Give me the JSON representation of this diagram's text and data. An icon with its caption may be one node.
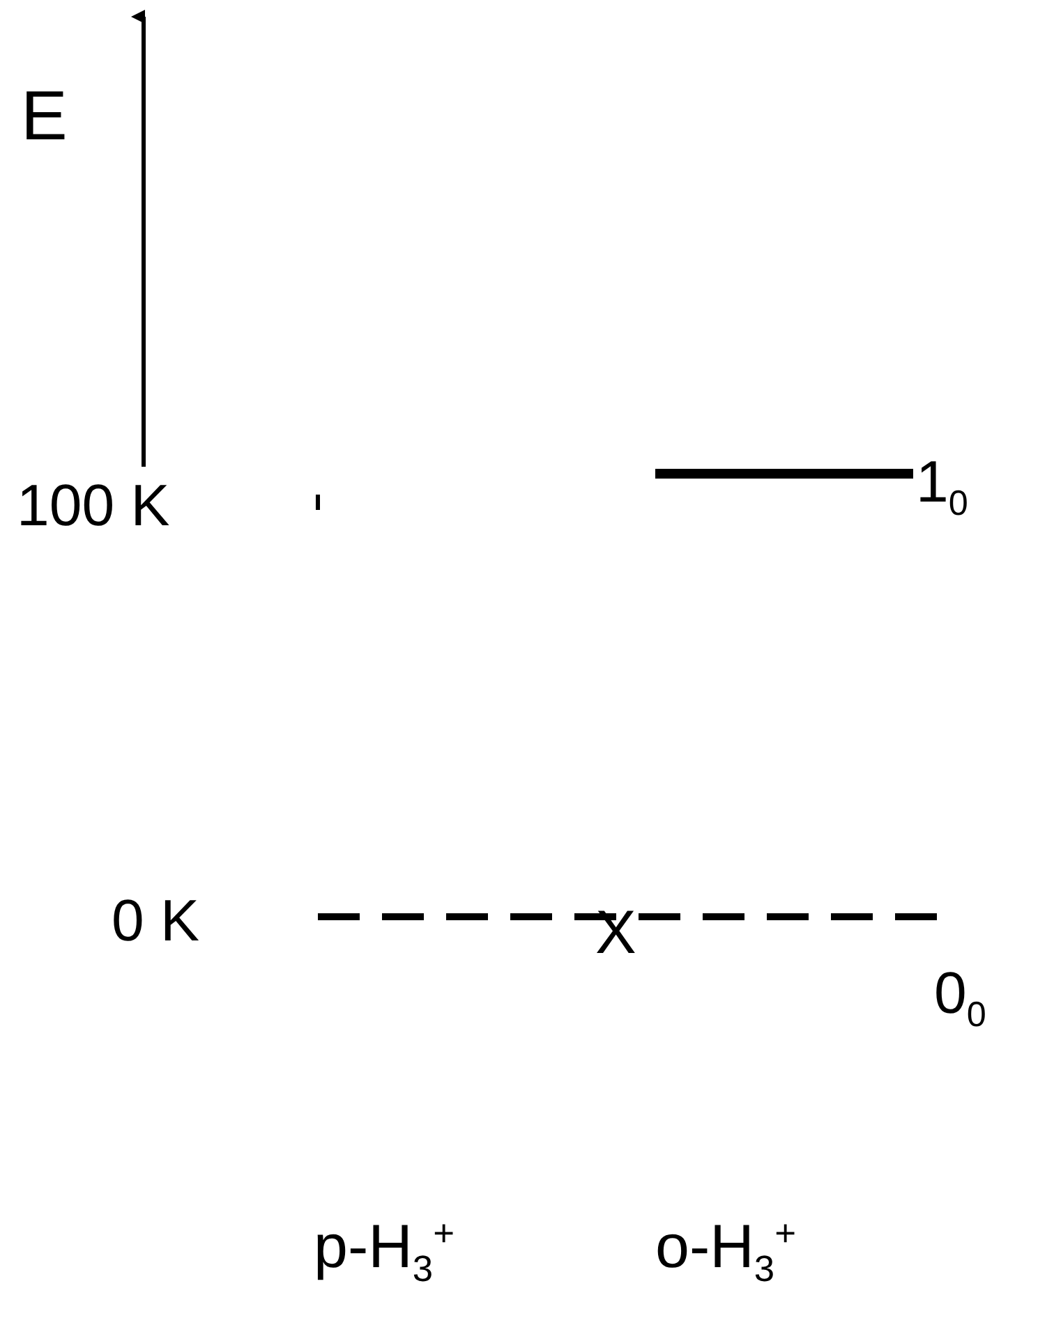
{
  "diagram": {
    "labels": [
      "E",
      "1$_{0}$",
      "100 K",
      "0 K",
      "X",
      "0$_{0}$",
      "p-H$_{3}$$^{+}$",
      "o-H$_{3}$$^{+}$"
    ]
  }
}
